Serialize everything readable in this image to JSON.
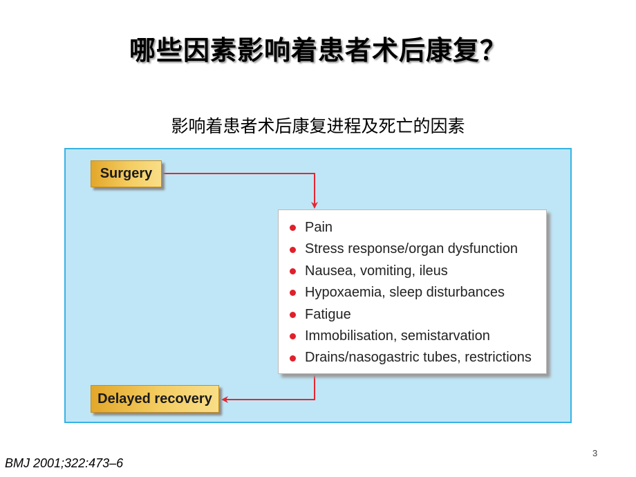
{
  "slide": {
    "title": "哪些因素影响着患者术后康复？",
    "subtitle": "影响着患者术后康复进程及死亡的因素",
    "page_number": "3",
    "citation": "BMJ 2001;322:473–6"
  },
  "diagram": {
    "start_label": "Surgery",
    "end_label": "Delayed recovery",
    "factors": [
      "Pain",
      "Stress response/organ dysfunction",
      "Nausea, vomiting, ileus",
      "Hypoxaemia, sleep disturbances",
      "Fatigue",
      "Immobilisation, semistarvation",
      "Drains/nasogastric tubes, restrictions"
    ],
    "colors": {
      "panel_background": "#bfe6f6",
      "panel_border": "#36b3e4",
      "label_fill": "#f4cd62",
      "arrow": "#e62630",
      "bullet": "#e0202a"
    }
  }
}
